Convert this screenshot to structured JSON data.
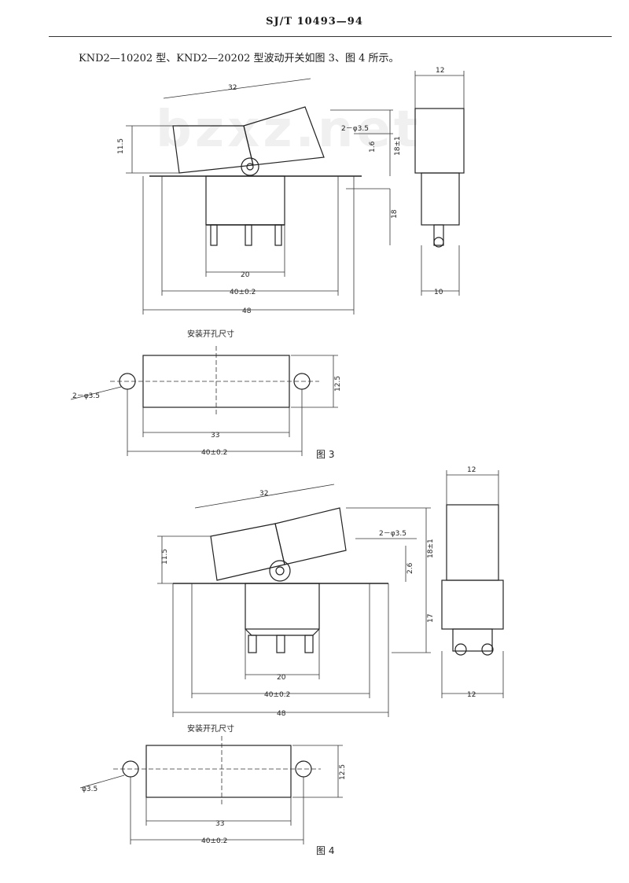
{
  "header": {
    "standard_no": "SJ/T 10493—94"
  },
  "intro_text": "KND2—10202 型、KND2—20202 型波动开关如图 3、图 4 所示。",
  "watermark": "bzxz.net",
  "figure3": {
    "caption": "图 3",
    "dims": {
      "width_top": "32",
      "height": "11.5",
      "holes": "2－φ3.5",
      "offset": "1.6",
      "total_height": "18±1",
      "depth": "18",
      "pin_span": "20",
      "mount_span": "40±0.2",
      "overall": "48",
      "side_width": "12",
      "side_bottom": "10"
    },
    "cutout": {
      "title": "安装开孔尺寸",
      "hole": "2－φ3.5",
      "height": "12.5",
      "width": "33",
      "span": "40±0.2"
    }
  },
  "figure4": {
    "caption": "图 4",
    "dims": {
      "width_top": "32",
      "height": "11.5",
      "holes": "2－φ3.5",
      "offset": "2.6",
      "total_height": "18±1",
      "depth": "17",
      "pin_span": "20",
      "mount_span": "40±0.2",
      "overall": "48",
      "side_width": "12",
      "side_bottom": "12"
    },
    "cutout": {
      "title": "安装开孔尺寸",
      "hole": "φ3.5",
      "height": "12.5",
      "width": "33",
      "span": "40±0.2"
    }
  }
}
